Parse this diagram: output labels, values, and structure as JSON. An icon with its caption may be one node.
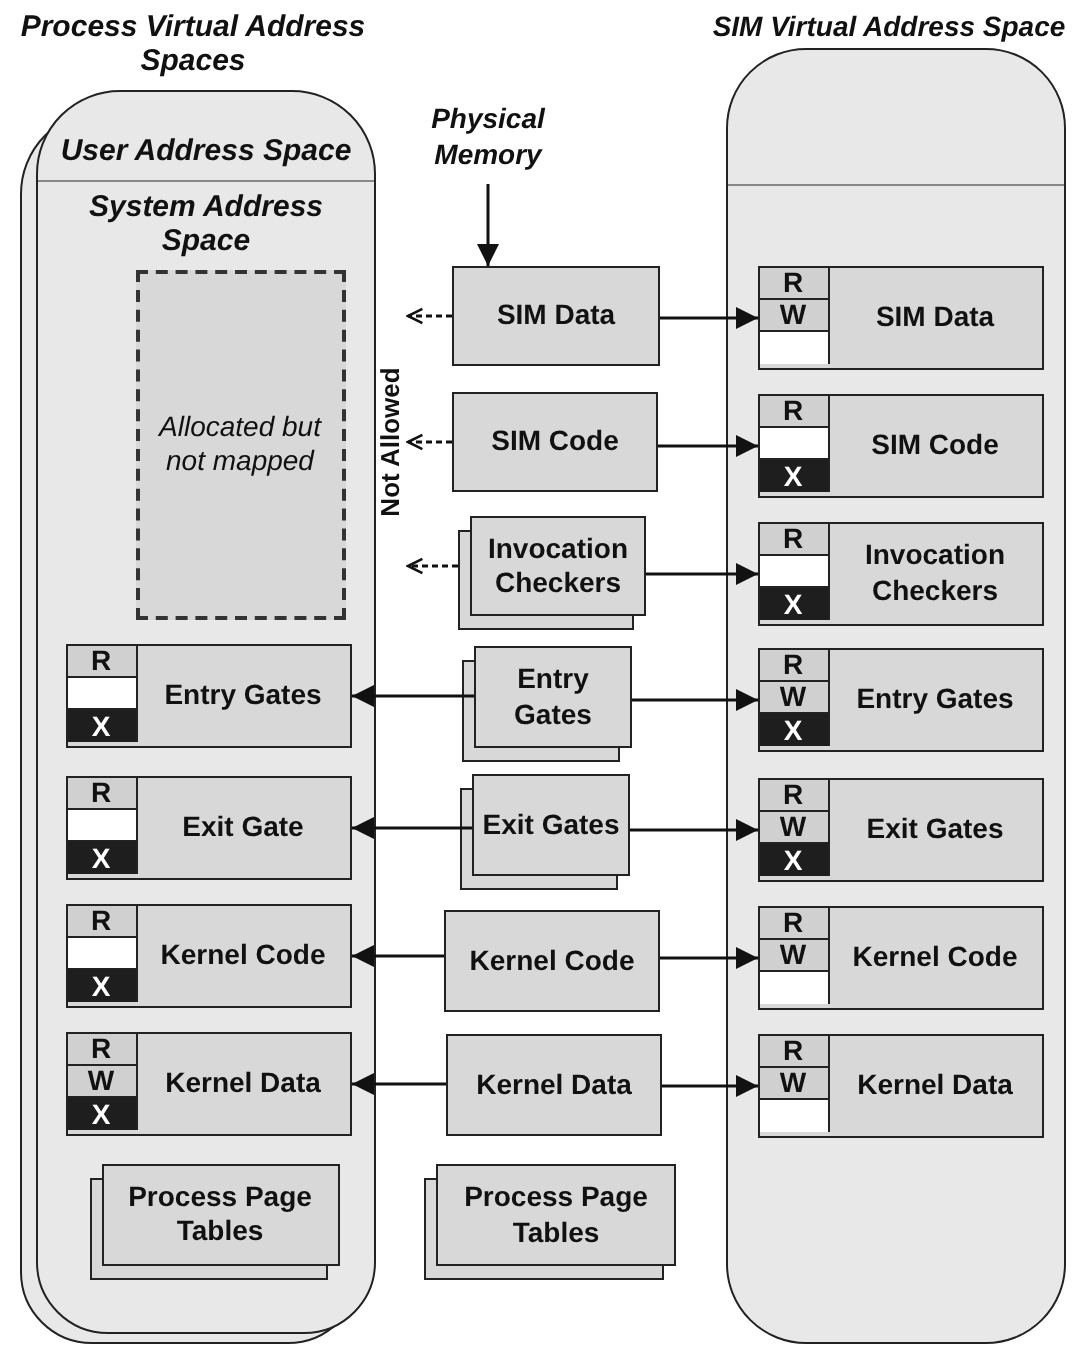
{
  "diagram": {
    "nodes": [
      {
        "text": [
          "Process Virtual Address Spaces",
          "User Address Space",
          "System Address Space"
        ]
      },
      {
        "text": [
          "Allocated but not mapped"
        ],
        "in": 0
      },
      {
        "text": [
          "Entry Gates"
        ],
        "in": 0
      },
      {
        "text": [
          "R"
        ],
        "in": 2
      },
      {
        "text": [],
        "shape": "box",
        "in": 2
      },
      {
        "text": [
          "X"
        ],
        "in": 2
      },
      {
        "text": [
          "Exit Gate"
        ],
        "in": 0
      },
      {
        "text": [
          "R"
        ],
        "in": 6
      },
      {
        "text": [],
        "shape": "box",
        "in": 6
      },
      {
        "text": [
          "X"
        ],
        "in": 6
      },
      {
        "text": [
          "Kernel Code"
        ],
        "in": 0
      },
      {
        "text": [
          "R"
        ],
        "in": 10
      },
      {
        "text": [],
        "shape": "box",
        "in": 10
      },
      {
        "text": [
          "X"
        ],
        "in": 10
      },
      {
        "text": [
          "Kernel Data"
        ],
        "in": 0
      },
      {
        "text": [
          "R"
        ],
        "in": 14
      },
      {
        "text": [
          "W"
        ],
        "in": 14
      },
      {
        "text": [
          "X"
        ],
        "in": 14
      },
      {
        "text": [
          "Process Page Tables"
        ],
        "in": 0
      },
      {
        "text": [
          "Physical Memory"
        ]
      },
      {
        "text": [
          "SIM Data"
        ]
      },
      {
        "text": [
          "SIM Code"
        ]
      },
      {
        "text": [
          "Invocation Checkers"
        ]
      },
      {
        "text": [
          "Entry Gates"
        ]
      },
      {
        "text": [
          "Exit Gates"
        ]
      },
      {
        "text": [
          "Kernel Code"
        ]
      },
      {
        "text": [
          "Kernel Data"
        ]
      },
      {
        "text": [
          "Process Page Tables"
        ]
      },
      {
        "text": [
          "SIM Virtual Address Space"
        ]
      },
      {
        "text": [
          "SIM Data"
        ],
        "in": 28
      },
      {
        "text": [
          "R"
        ],
        "in": 29
      },
      {
        "text": [
          "W"
        ],
        "in": 29
      },
      {
        "text": [],
        "shape": "box",
        "in": 29
      },
      {
        "text": [
          "SIM Code"
        ],
        "in": 28
      },
      {
        "text": [
          "R"
        ],
        "in": 33
      },
      {
        "text": [],
        "shape": "box",
        "in": 33
      },
      {
        "text": [
          "X"
        ],
        "in": 33
      },
      {
        "text": [
          "Invocation Checkers"
        ],
        "in": 28
      },
      {
        "text": [
          "R"
        ],
        "in": 37
      },
      {
        "text": [],
        "shape": "box",
        "in": 37
      },
      {
        "text": [
          "X"
        ],
        "in": 37
      },
      {
        "text": [
          "Entry Gates"
        ],
        "in": 28
      },
      {
        "text": [
          "R"
        ],
        "in": 41
      },
      {
        "text": [
          "W"
        ],
        "in": 41
      },
      {
        "text": [
          "X"
        ],
        "in": 41
      },
      {
        "text": [
          "Exit Gates"
        ],
        "in": 28
      },
      {
        "text": [
          "R"
        ],
        "in": 45
      },
      {
        "text": [
          "W"
        ],
        "in": 45
      },
      {
        "text": [
          "X"
        ],
        "in": 45
      },
      {
        "text": [
          "Kernel Code"
        ],
        "in": 28
      },
      {
        "text": [
          "R"
        ],
        "in": 49
      },
      {
        "text": [
          "W"
        ],
        "in": 49
      },
      {
        "text": [],
        "shape": "box",
        "in": 49
      },
      {
        "text": [
          "Kernel Data"
        ],
        "in": 28
      },
      {
        "text": [
          "R"
        ],
        "in": 53
      },
      {
        "text": [
          "W"
        ],
        "in": 53
      },
      {
        "text": [],
        "shape": "box",
        "in": 53
      },
      {
        "text": [
          "Not Allowed"
        ]
      }
    ],
    "edges": [
      {
        "from": 19,
        "to": 20,
        "arrow": "to"
      },
      {
        "from": 20,
        "to": 57,
        "arrow": "to",
        "style": "dashed"
      },
      {
        "from": 21,
        "to": 57,
        "arrow": "to",
        "style": "dashed"
      },
      {
        "from": 22,
        "to": 57,
        "arrow": "to",
        "style": "dashed"
      },
      {
        "from": 20,
        "to": 29,
        "arrow": "to"
      },
      {
        "from": 21,
        "to": 33,
        "arrow": "to"
      },
      {
        "from": 22,
        "to": 37,
        "arrow": "to"
      },
      {
        "from": 23,
        "to": 2,
        "arrow": "to"
      },
      {
        "from": 23,
        "to": 41,
        "arrow": "to"
      },
      {
        "from": 24,
        "to": 6,
        "arrow": "to"
      },
      {
        "from": 24,
        "to": 45,
        "arrow": "to"
      },
      {
        "from": 25,
        "to": 10,
        "arrow": "to"
      },
      {
        "from": 25,
        "to": 49,
        "arrow": "to"
      },
      {
        "from": 26,
        "to": 14,
        "arrow": "to"
      },
      {
        "from": 26,
        "to": 53,
        "arrow": "to"
      }
    ],
    "labels": []
  }
}
